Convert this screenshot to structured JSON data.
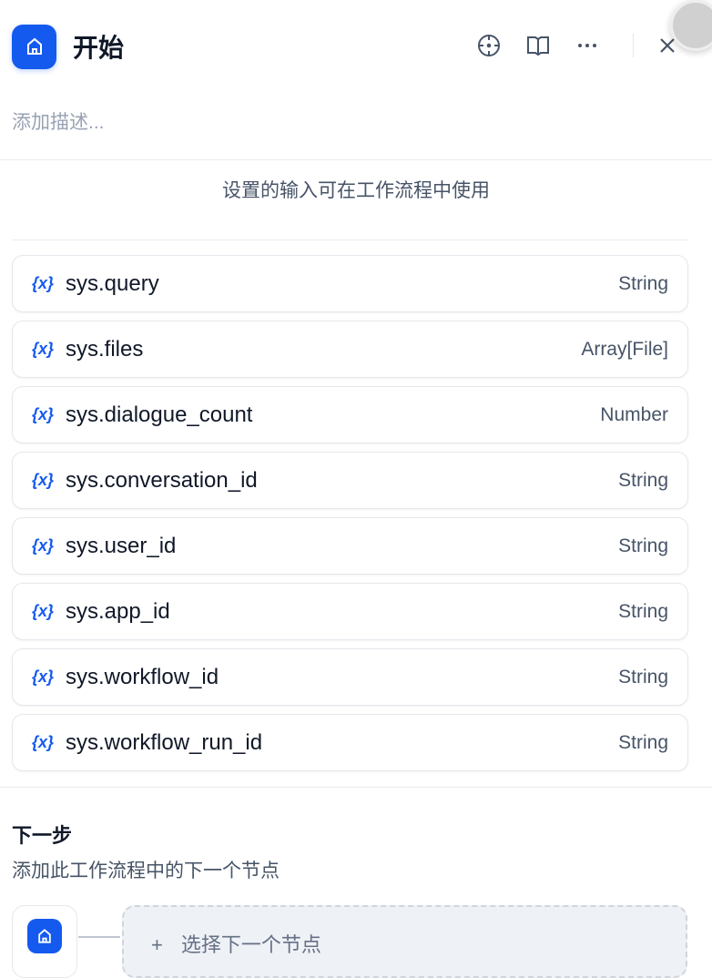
{
  "header": {
    "title": "开始",
    "icons": [
      "home-icon",
      "target-icon",
      "book-icon",
      "more-icon",
      "close-icon"
    ]
  },
  "description_placeholder": "添加描述...",
  "info": "设置的输入可在工作流程中使用",
  "variables": [
    {
      "name": "sys.query",
      "type": "String"
    },
    {
      "name": "sys.files",
      "type": "Array[File]"
    },
    {
      "name": "sys.dialogue_count",
      "type": "Number"
    },
    {
      "name": "sys.conversation_id",
      "type": "String"
    },
    {
      "name": "sys.user_id",
      "type": "String"
    },
    {
      "name": "sys.app_id",
      "type": "String"
    },
    {
      "name": "sys.workflow_id",
      "type": "String"
    },
    {
      "name": "sys.workflow_run_id",
      "type": "String"
    }
  ],
  "var_icon": "{x}",
  "next": {
    "title": "下一步",
    "desc": "添加此工作流程中的下一个节点",
    "plus": "+",
    "select_label": "选择下一个节点"
  },
  "colors": {
    "accent": "#155aef"
  }
}
